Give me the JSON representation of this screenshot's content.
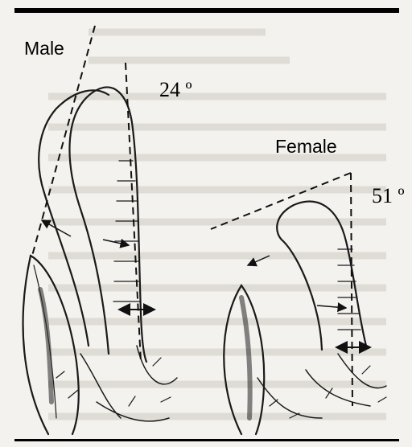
{
  "figure": {
    "male": {
      "label": "Male",
      "angle": "24 º"
    },
    "female": {
      "label": "Female",
      "angle": "51 º"
    }
  },
  "colors": {
    "ink": "#1a1a1a",
    "paper": "#f4f2ee",
    "rule": "#000000",
    "background_text": "#c9c5bd"
  }
}
